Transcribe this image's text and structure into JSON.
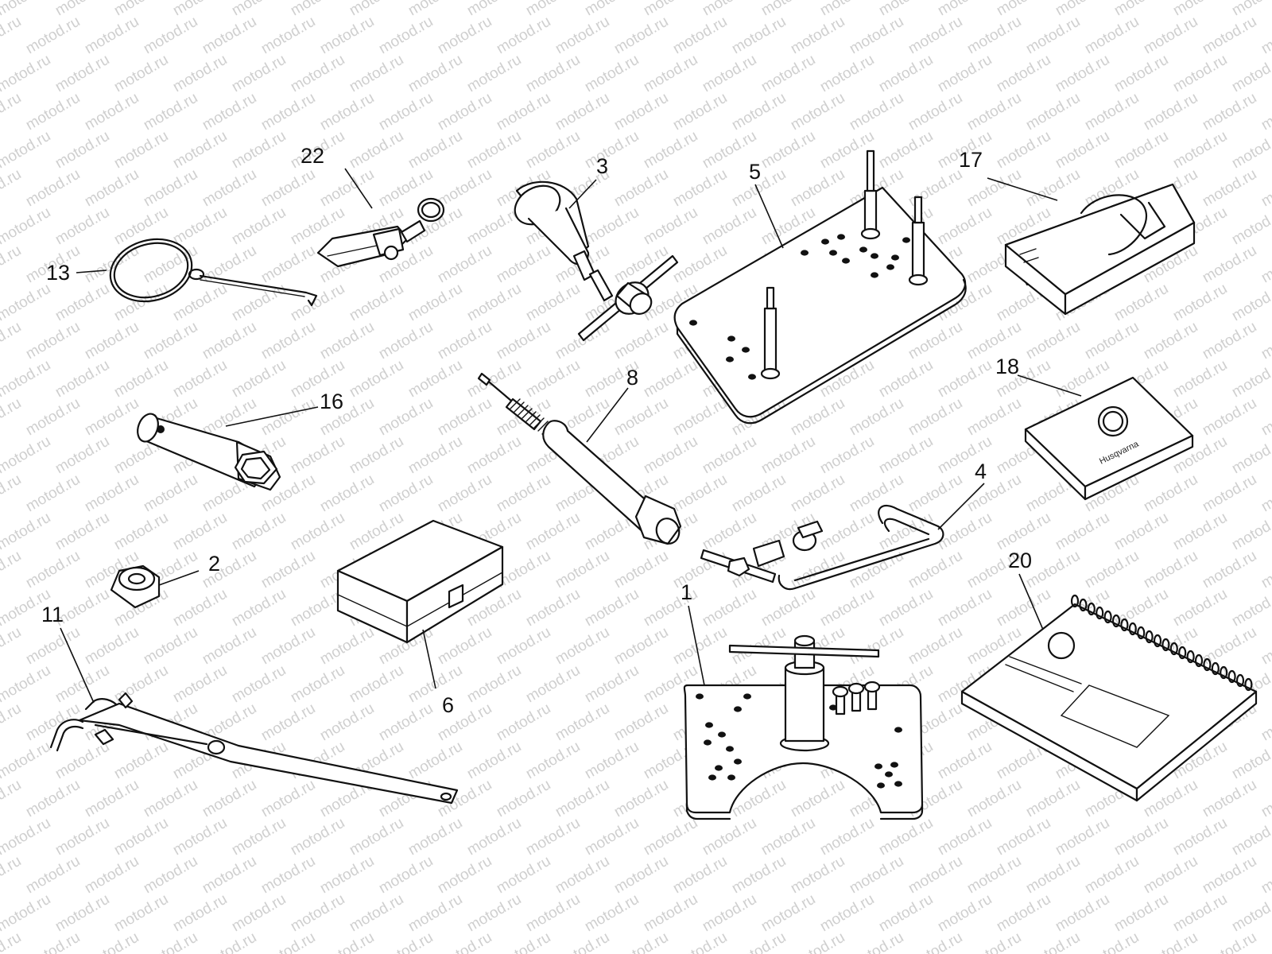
{
  "watermark": {
    "text": "motod.ru",
    "color": "#cfcfcf"
  },
  "parts": [
    {
      "id": "part-1",
      "label": "1",
      "icon": "bearing-puller-plate"
    },
    {
      "id": "part-2",
      "label": "2",
      "icon": "hex-nut"
    },
    {
      "id": "part-3",
      "label": "3",
      "icon": "flywheel-puller"
    },
    {
      "id": "part-4",
      "label": "4",
      "icon": "piston-pin-tool"
    },
    {
      "id": "part-5",
      "label": "5",
      "icon": "crankcase-support-plate"
    },
    {
      "id": "part-6",
      "label": "6",
      "icon": "tool-case"
    },
    {
      "id": "part-8",
      "label": "8",
      "icon": "extractor-rod"
    },
    {
      "id": "part-11",
      "label": "11",
      "icon": "holding-wrench"
    },
    {
      "id": "part-13",
      "label": "13",
      "icon": "wire-hook"
    },
    {
      "id": "part-16",
      "label": "16",
      "icon": "spark-plug-wrench"
    },
    {
      "id": "part-17",
      "label": "17",
      "icon": "owner-manual-book"
    },
    {
      "id": "part-18",
      "label": "18",
      "icon": "manual-booklet"
    },
    {
      "id": "part-20",
      "label": "20",
      "icon": "spiral-notebook"
    },
    {
      "id": "part-22",
      "label": "22",
      "icon": "key-holder"
    }
  ],
  "brand_mark": {
    "text": "Husqvarna",
    "color": "#111111"
  }
}
